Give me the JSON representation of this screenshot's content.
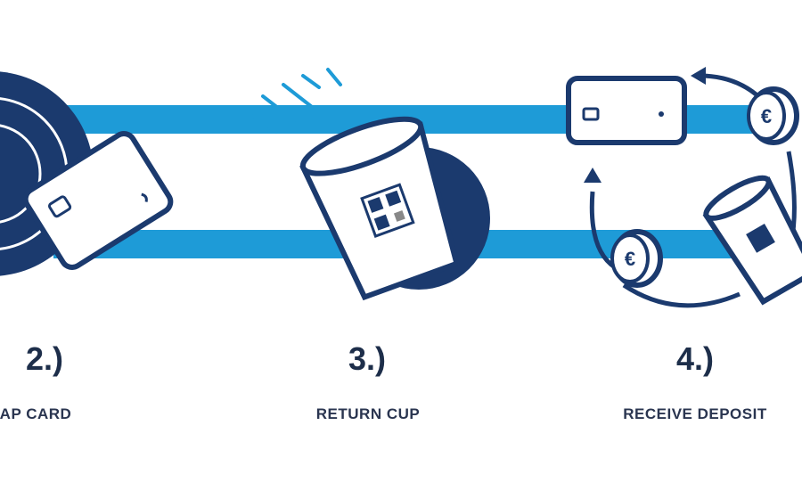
{
  "colors": {
    "navy": "#1b3a6e",
    "stripe": "#1e9bd7",
    "text": "#1d2e4a"
  },
  "steps": [
    {
      "number": "2.)",
      "label": "AP CARD",
      "icon": "tap-card-icon"
    },
    {
      "number": "3.)",
      "label": "RETURN CUP",
      "icon": "return-cup-icon"
    },
    {
      "number": "4.)",
      "label": "RECEIVE DEPOSIT",
      "icon": "receive-deposit-icon"
    }
  ],
  "coin_symbol": "€"
}
